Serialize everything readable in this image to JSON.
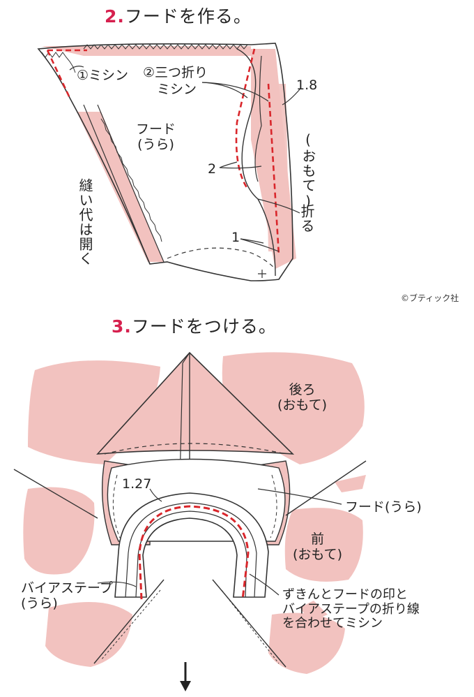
{
  "step2": {
    "number": "2.",
    "title": "フードを作る。",
    "labels": {
      "machine1": "①ミシン",
      "machine2_line1": "②三つ折り",
      "machine2_line2": "ミシン",
      "hood_line1": "フード",
      "hood_line2": "(うら)",
      "dim_1_8": "1.8",
      "outer": "(おもて)",
      "dim_2": "2",
      "fold": "折る",
      "seam_open": "縫い代は開く",
      "dim_1": "1"
    }
  },
  "copyright": "©ブティック社",
  "step3": {
    "number": "3.",
    "title": "フードをつける。",
    "labels": {
      "back_line1": "後ろ",
      "back_line2": "(おもて)",
      "dim_1_27": "1.27",
      "hood_wrong": "フード(うら)",
      "front_line1": "前",
      "front_line2": "(おもて)",
      "bias_line1": "バイアステープ",
      "bias_line2": "(うら)",
      "note_line1": "ずきんとフードの印と",
      "note_line2": "バイアステープの折り線",
      "note_line3": "を合わせてミシン"
    }
  },
  "colors": {
    "accent": "#d6204e",
    "pink_fill": "#f2c2bf",
    "dashed_red": "#d9262b",
    "line": "#333333"
  }
}
